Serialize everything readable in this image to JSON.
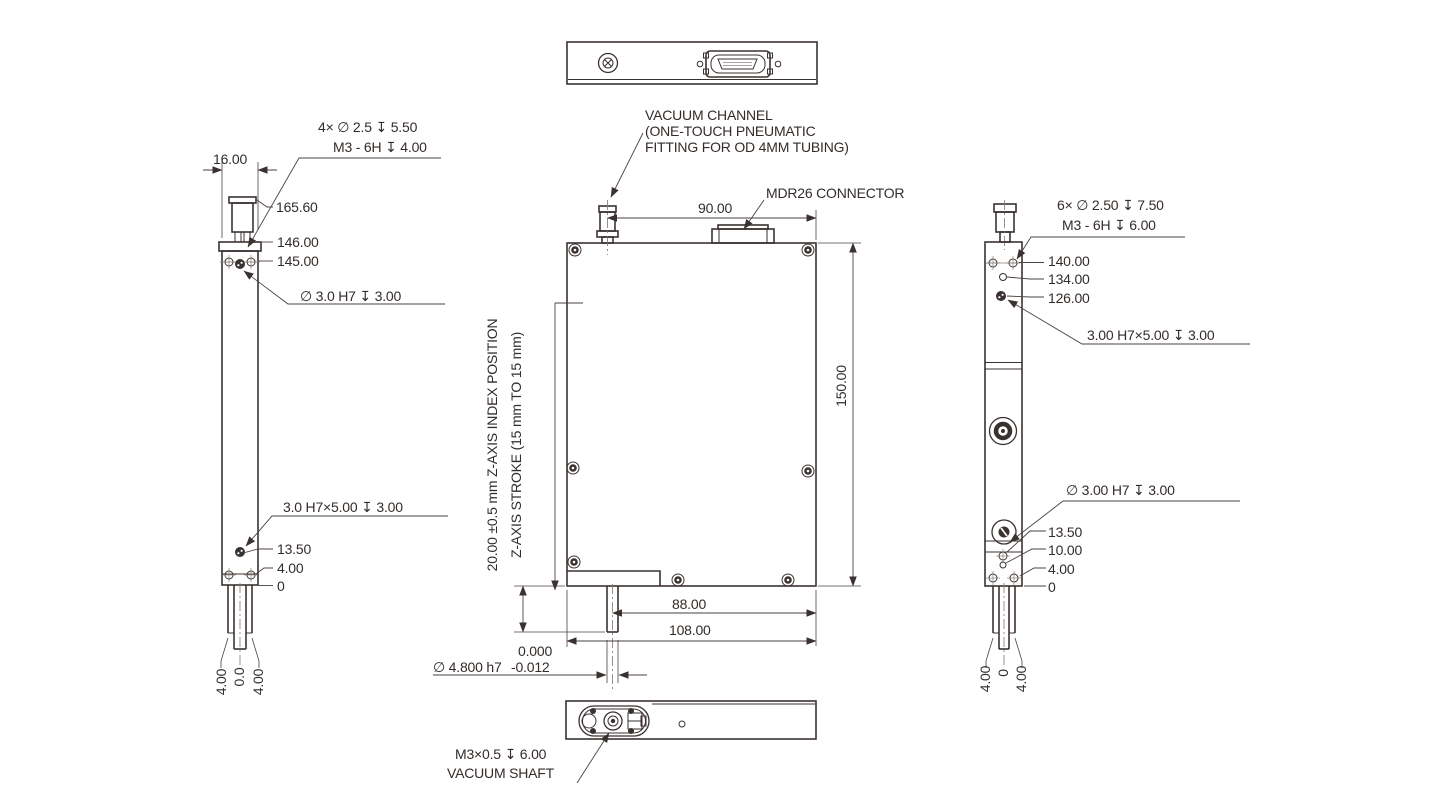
{
  "left_view": {
    "width_dim": "16.00",
    "hole_note_line1": "4× ∅ 2.5  ↧ 5.50",
    "hole_note_line2": "M3 - 6H  ↧ 4.00",
    "dim_165_60": "165.60",
    "dim_146_00": "146.00",
    "dim_145_00": "145.00",
    "pin_note_top": "∅ 3.0 H7  ↧ 3.00",
    "pin_note_bottom": "3.0 H7×5.00  ↧ 3.00",
    "dim_13_50": "13.50",
    "dim_4_00": "4.00",
    "dim_0": "0",
    "bottom_offsets": [
      "4.00",
      "0.0",
      "4.00"
    ]
  },
  "front_view": {
    "vacuum_note_line1": "VACUUM CHANNEL",
    "vacuum_note_line2": "(ONE-TOUCH PNEUMATIC",
    "vacuum_note_line3": "FITTING FOR OD 4MM TUBING)",
    "connector_note": "MDR26 CONNECTOR",
    "dim_90_00": "90.00",
    "dim_150_00": "150.00",
    "dim_88_00": "88.00",
    "dim_108_00": "108.00",
    "z_axis_note_line1": "20.00  ±0.5 mm   Z-AXIS INDEX POSITION",
    "z_axis_note_line2": "Z-AXIS STROKE (15 mm TO 15 mm)",
    "shaft_tol_upper": "0.000",
    "shaft_tol_lower": "-0.012",
    "shaft_dia": "∅ 4.800 h7"
  },
  "right_view": {
    "hole_note_line1": "6× ∅ 2.50  ↧ 7.50",
    "hole_note_line2": "M3 - 6H  ↧ 6.00",
    "dim_140_00": "140.00",
    "dim_134_00": "134.00",
    "dim_126_00": "126.00",
    "pin_note_top": "3.00 H7×5.00  ↧ 3.00",
    "pin_note_bottom": "∅ 3.00 H7  ↧ 3.00",
    "dim_13_50": "13.50",
    "dim_10_00": "10.00",
    "dim_4_00": "4.00",
    "dim_0": "0",
    "bottom_offsets": [
      "4.00",
      "0",
      "4.00"
    ]
  },
  "bottom_view": {
    "thread_note_line1": "M3×0.5 ↧ 6.00",
    "thread_note_line2": "VACUUM SHAFT"
  },
  "colors": {
    "line": "#3a3230",
    "text": "#332c29"
  }
}
